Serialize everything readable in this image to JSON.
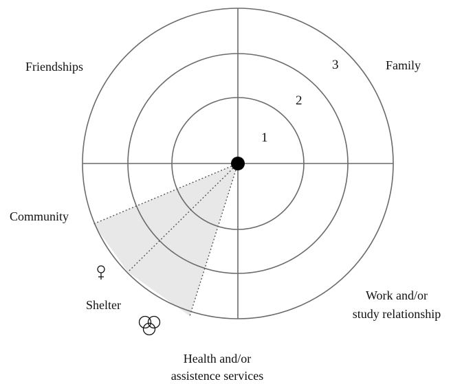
{
  "rings": [
    "1",
    "2",
    "3"
  ],
  "sectors": {
    "friendships": "Friendships",
    "family": "Family",
    "community": "Community",
    "shelter": "Shelter",
    "work_line1": "Work and/or",
    "work_line2": "study relationship",
    "health_line1": "Health and/or",
    "health_line2": "assistence services"
  },
  "icons": [
    "female-symbol-icon",
    "three-circles-icon"
  ],
  "colors": {
    "line": "#6a6a6a",
    "wedge": "#e8e8e8",
    "center": "#000000"
  }
}
